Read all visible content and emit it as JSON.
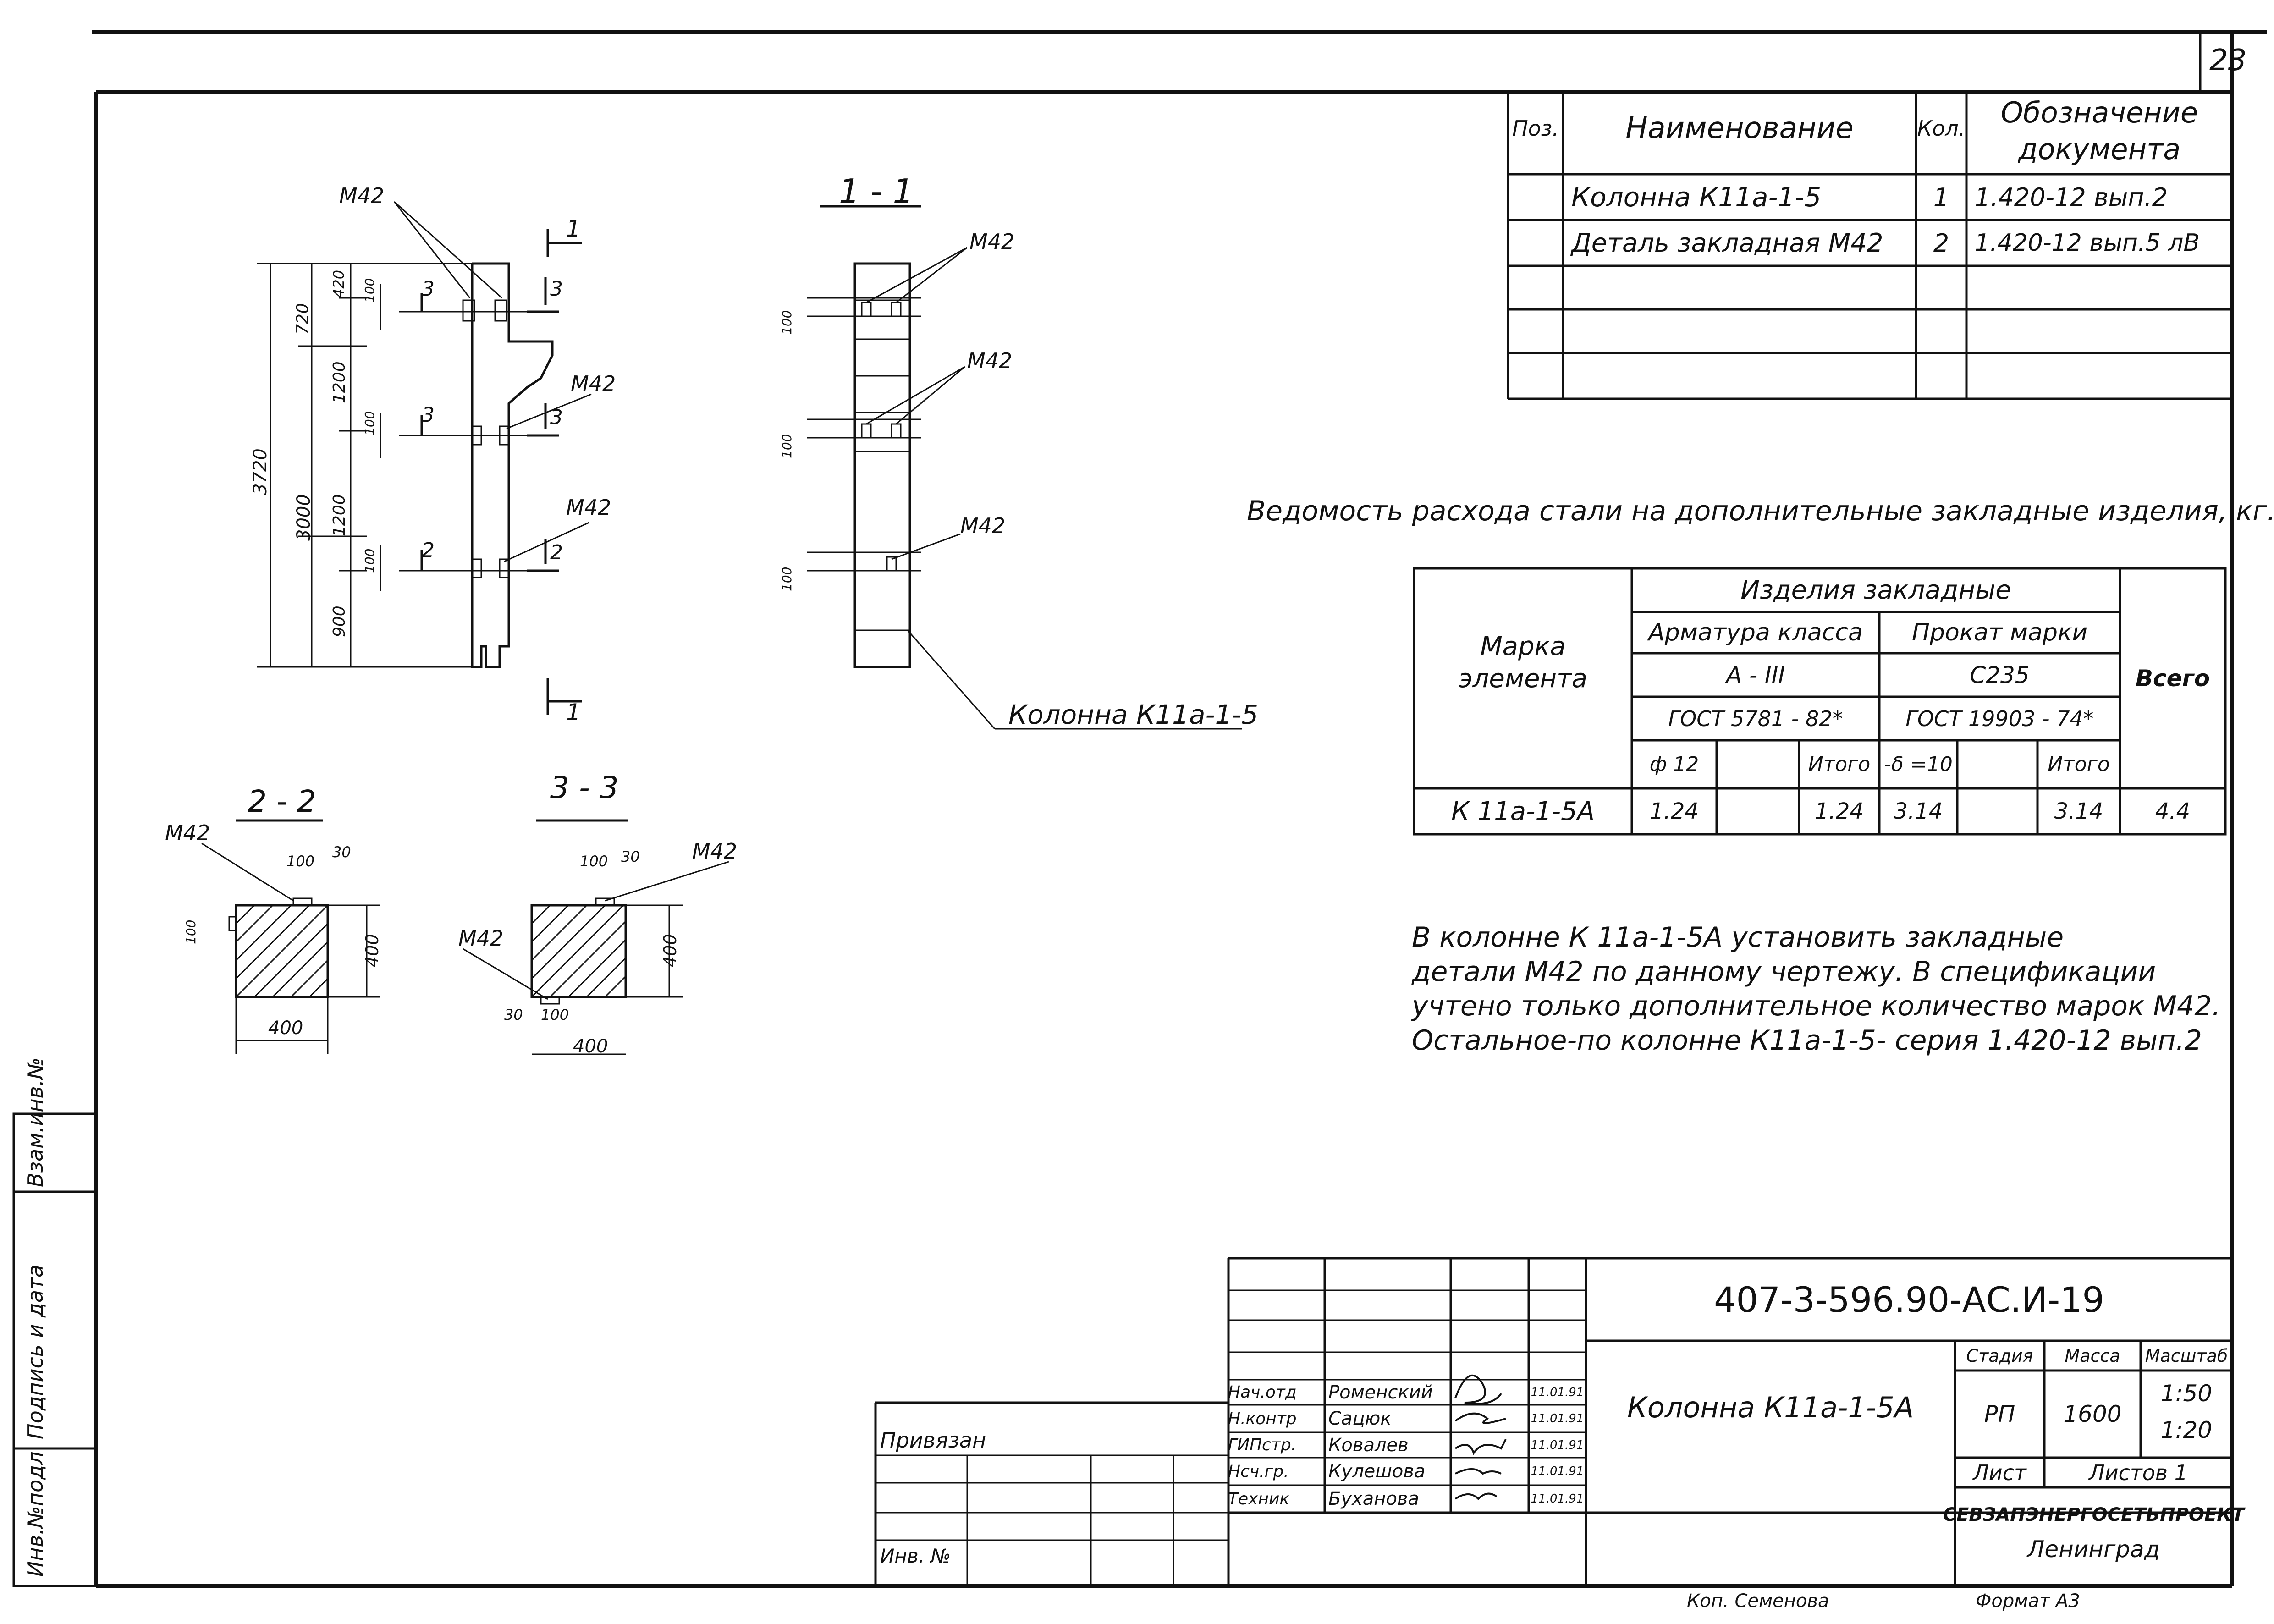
{
  "sheet_number": "23",
  "spec_table": {
    "headers": {
      "pos": "Поз.",
      "name": "Наименование",
      "qty": "Кол.",
      "doc_line1": "Обозначение",
      "doc_line2": "документа"
    },
    "rows": [
      {
        "name": "Колонна К11а-1-5",
        "qty": "1",
        "doc": "1.420-12 вып.2"
      },
      {
        "name": "Деталь закладная М42",
        "qty": "2",
        "doc": "1.420-12 вып.5 лВ"
      }
    ]
  },
  "steel_statement": {
    "caption": "Ведомость расхода стали на дополнительные закладные изделия, кг.",
    "h_mark_line1": "Марка",
    "h_mark_line2": "элемента",
    "h_items": "Изделия закладные",
    "h_rebar_class": "Арматура класса",
    "h_rolled_grade": "Прокат марки",
    "rebar_class": "А - III",
    "rolled_grade": "С235",
    "rebar_gost": "ГОСТ 5781 - 82*",
    "rolled_gost": "ГОСТ 19903 - 74*",
    "h_total": "Всего",
    "sub_phi": "ф 12",
    "sub_itogo1": "Итого",
    "sub_delta": "-δ =10",
    "sub_itogo2": "Итого",
    "row": {
      "mark": "К 11а-1-5А",
      "phi12": "1.24",
      "itogo1": "1.24",
      "delta10": "3.14",
      "itogo2": "3.14",
      "total": "4.4"
    }
  },
  "note_lines": [
    "В колонне К 11а-1-5А установить закладные",
    "детали М42 по данному чертежу. В спецификации",
    "учтено только дополнительное количество марок М42.",
    "Остальное-по колонне К11а-1-5- серия 1.420-12 вып.2"
  ],
  "drawing": {
    "embed_label": "М42",
    "dims_vertical_overall": "3720",
    "dims_3000": "3000",
    "dims_720": "720",
    "dims_420": "420",
    "dims_1200a": "1200",
    "dims_1200b": "1200",
    "dims_900": "900",
    "dims_100": "100",
    "section_1_1": "1 - 1",
    "section_2_2": "2 - 2",
    "section_3_3": "3 - 3",
    "cut_1": "1",
    "cut_2": "2",
    "cut_3": "3",
    "column_label": "Колонна К11а-1-5",
    "dim_400": "400",
    "dim_30": "30"
  },
  "stamp": {
    "code": "407-3-596.90-АС.И-19",
    "title": "Колонна К11а-1-5А",
    "stage_h": "Стадия",
    "mass_h": "Масса",
    "scale_h": "Масштаб",
    "stage": "РП",
    "mass": "1600",
    "scale1": "1:50",
    "scale2": "1:20",
    "sheet_h": "Лист",
    "sheets_h": "Листов 1",
    "org1": "СЕВЗАПЭНЕРГОСЕТЬПРОЕКТ",
    "org2": "Ленинград",
    "people": [
      {
        "role": "Нач.отд",
        "name": "Роменский",
        "date": "11.01.91"
      },
      {
        "role": "Н.контр",
        "name": "Сацюк",
        "date": "11.01.91"
      },
      {
        "role": "ГИПстр.",
        "name": "Ковалев",
        "date": "11.01.91"
      },
      {
        "role": "Нсч.гр.",
        "name": "Кулешова",
        "date": "11.01.91"
      },
      {
        "role": "Техник",
        "name": "Буханова",
        "date": "11.01.91"
      }
    ],
    "privyazan": "Привязан",
    "inv_no": "Инв. №",
    "copied": "Коп. Семенова",
    "format": "Формат А3"
  },
  "side_stamp": {
    "a": "Инв.№подл",
    "b": "Подпись и дата",
    "c": "Взам.инв.№"
  }
}
